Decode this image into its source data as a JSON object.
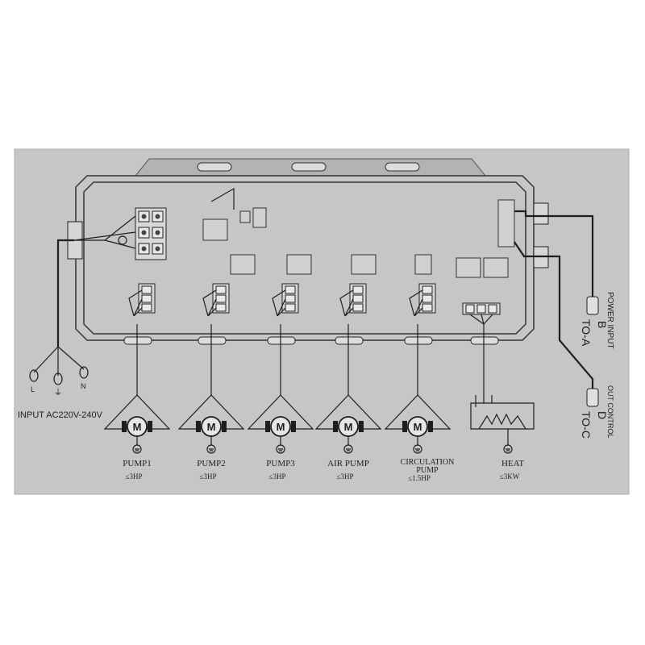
{
  "input": {
    "label": "INPUT AC220V-240V",
    "wires": [
      "L",
      "⏚",
      "N"
    ]
  },
  "loads": [
    {
      "name": "PUMP1",
      "rating": "≤3HP"
    },
    {
      "name": "PUMP2",
      "rating": "≤3HP"
    },
    {
      "name": "PUMP3",
      "rating": "≤3HP"
    },
    {
      "name": "AIR PUMP",
      "rating": "≤3HP"
    },
    {
      "name": "CIRCULATION PUMP",
      "name_line1": "CIRCULATION",
      "name_line2": "PUMP",
      "rating": "≤1.5HP"
    },
    {
      "name": "HEAT",
      "rating": "≤3KW"
    }
  ],
  "motor_symbol": "M",
  "right_side": {
    "power_input": "POWER INPUT",
    "to_a": "TO-A",
    "b": "B",
    "out_control": "OUT CONTROL",
    "to_c": "TO-C",
    "d": "D"
  },
  "colors": {
    "plate": "#c9c9c9",
    "ink": "#1e1e1e",
    "wire_blue": "#3a5fb0",
    "wire_green": "#3c8a4a"
  }
}
